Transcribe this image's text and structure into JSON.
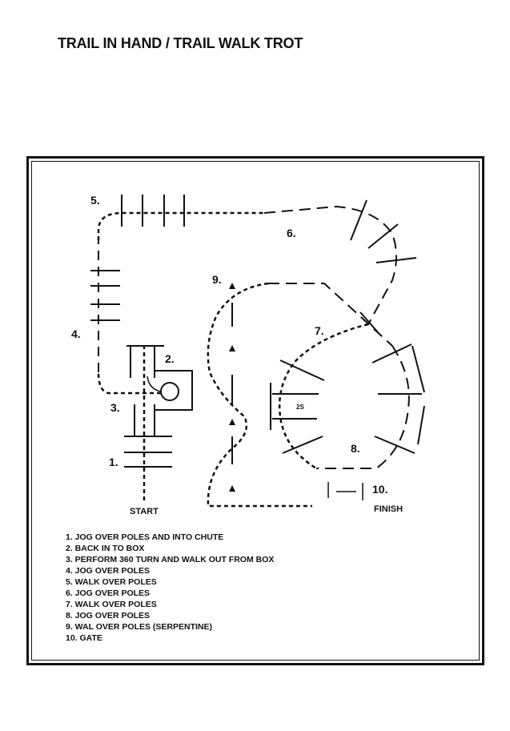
{
  "title": "TRAIL IN HAND / TRAIL WALK TROT",
  "diagram": {
    "labels": {
      "o1": "1.",
      "o2": "2.",
      "o3": "3.",
      "o4": "4.",
      "o5": "5.",
      "o6": "6.",
      "o7": "7.",
      "o8": "8.",
      "o9": "9.",
      "o10": "10.",
      "start": "START",
      "finish": "FINISH",
      "spacing": "2S"
    }
  },
  "legend": [
    "1. JOG OVER POLES AND INTO CHUTE",
    "2. BACK IN TO BOX",
    "3. PERFORM 360 TURN AND WALK OUT FROM BOX",
    "4. JOG OVER POLES",
    "5. WALK OVER POLES",
    "6. JOG OVER POLES",
    "7. WALK OVER POLES",
    "8. JOG OVER POLES",
    "9. WAL OVER POLES (SERPENTINE)",
    "10. GATE"
  ]
}
